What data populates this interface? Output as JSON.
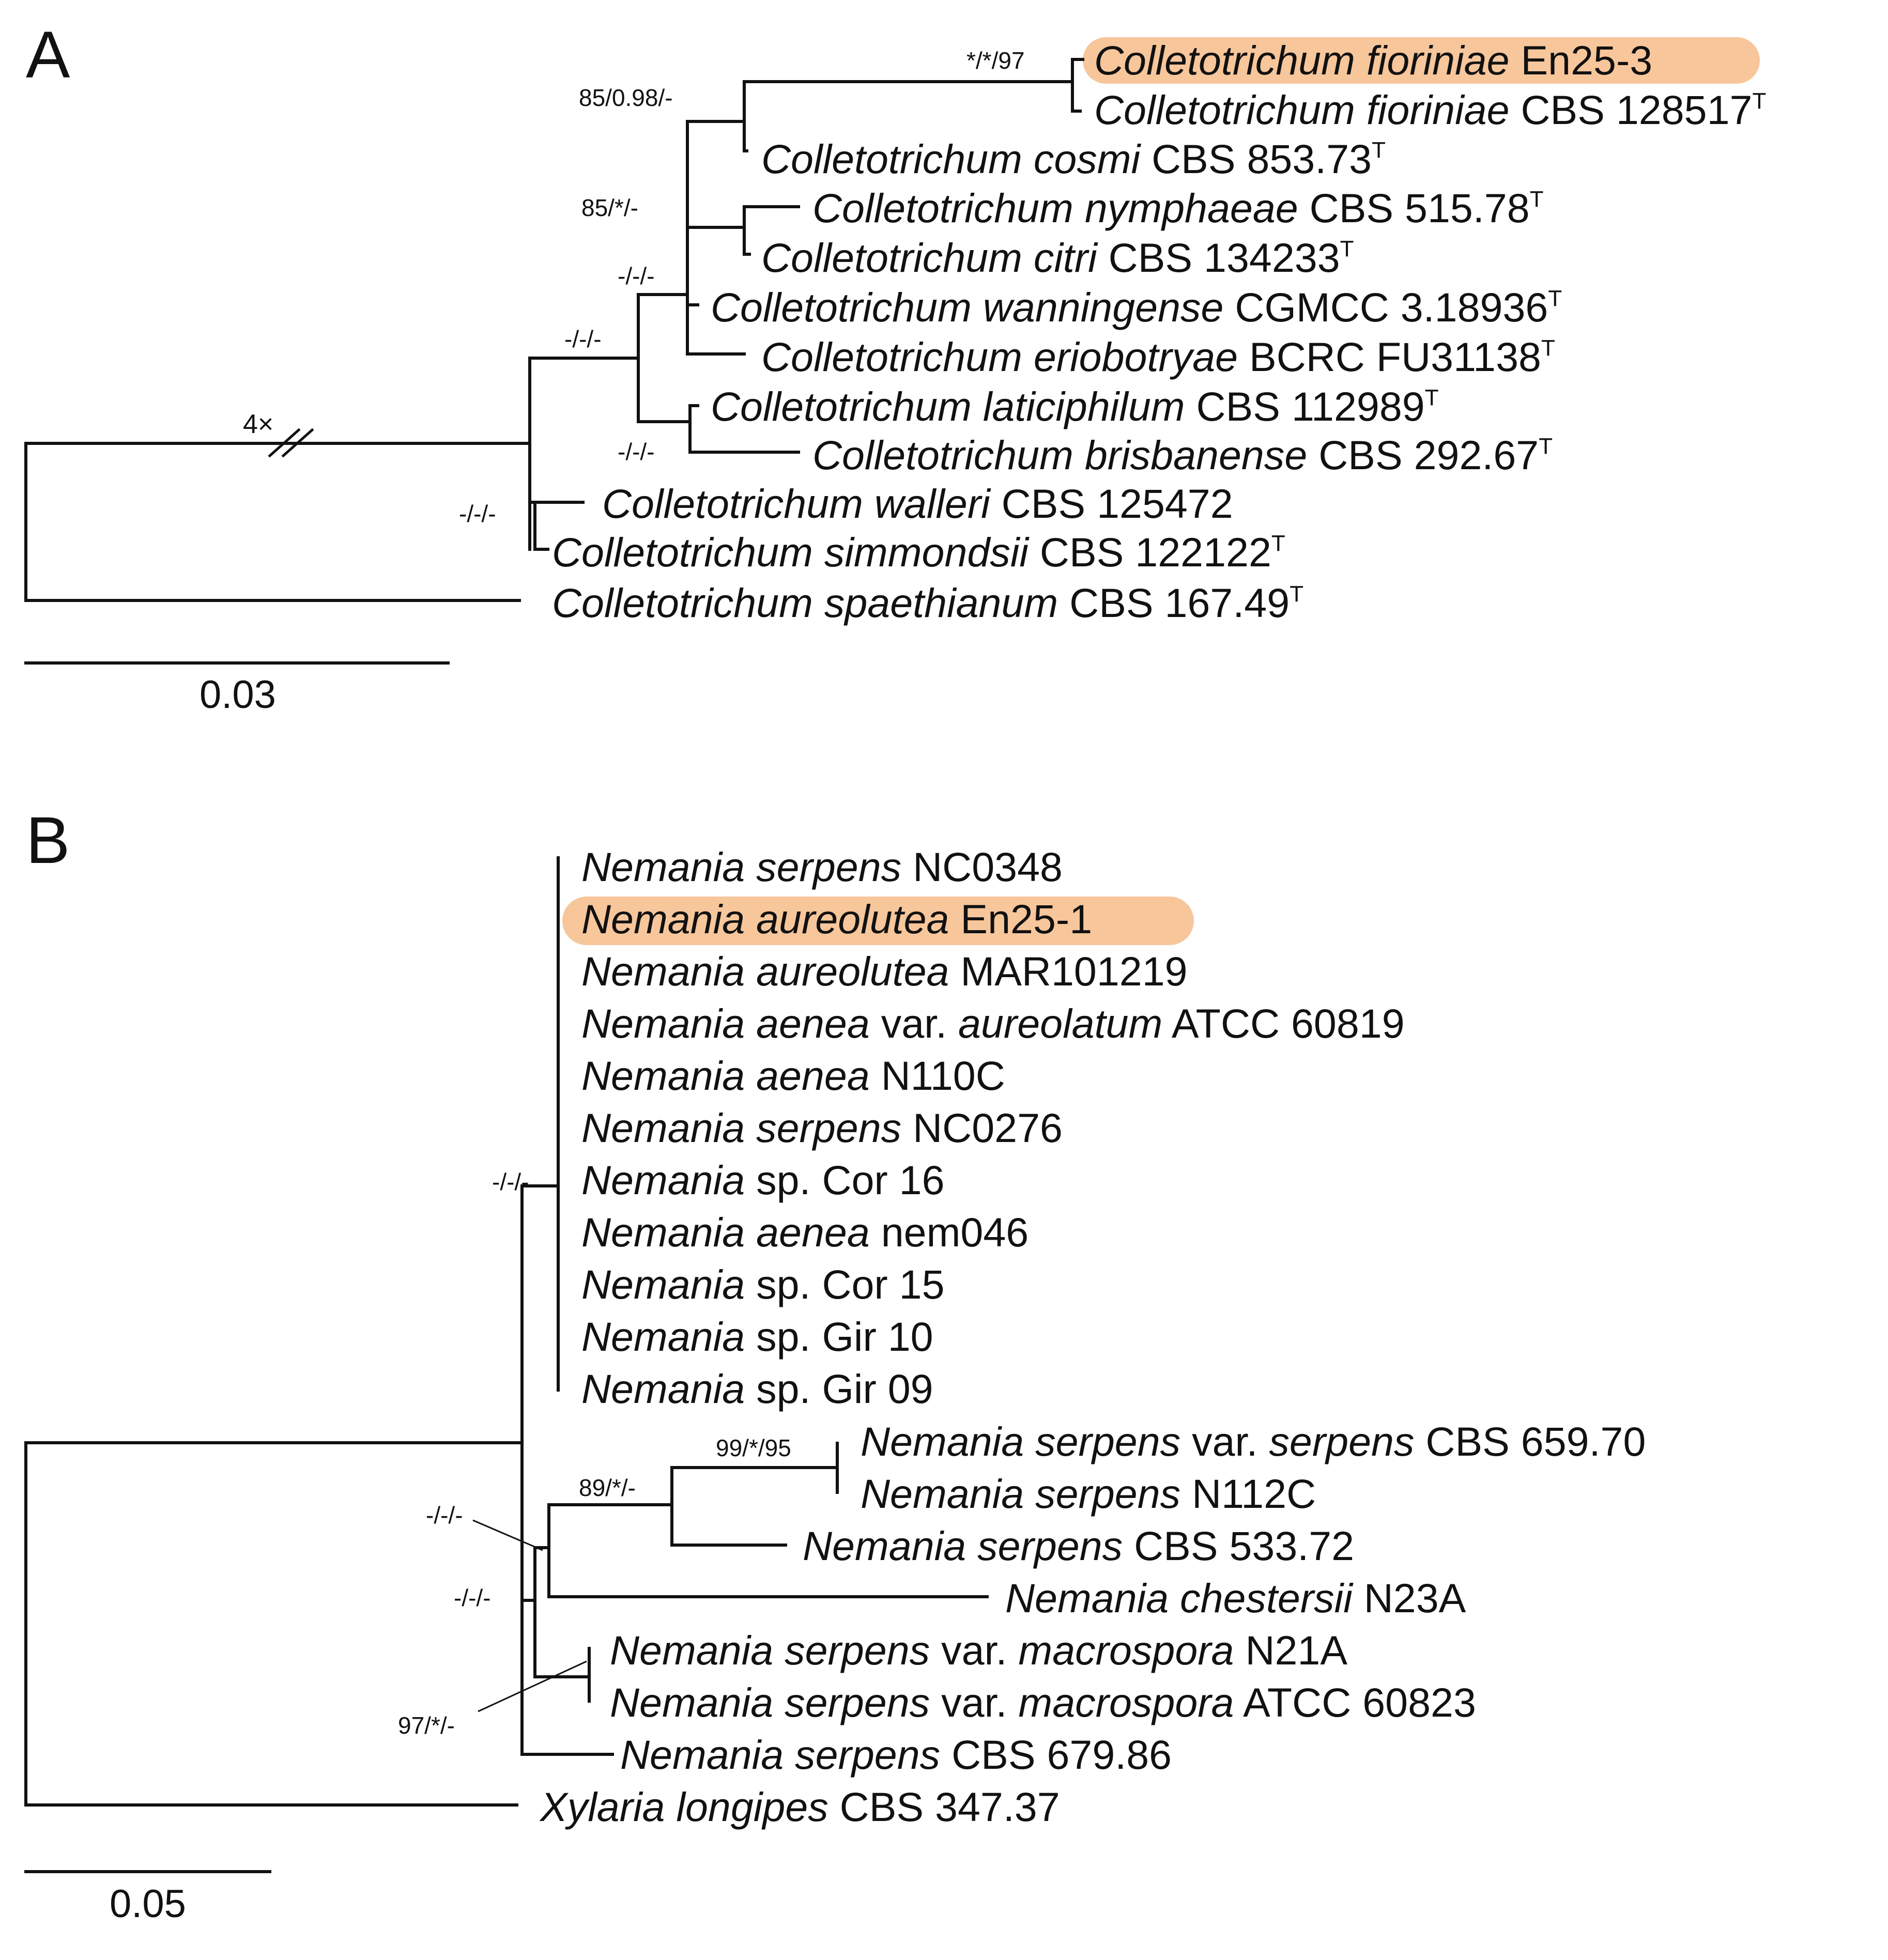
{
  "panel_a": {
    "label": "A",
    "scale_bar": "0.03",
    "break_label": "4×",
    "taxa": [
      {
        "id": "fioriniae_en25",
        "parts": [
          {
            "t": "Colletotrichum fioriniae",
            "i": true
          },
          {
            "t": " En25-3",
            "i": false
          }
        ],
        "highlight": true
      },
      {
        "id": "fioriniae_cbs",
        "parts": [
          {
            "t": "Colletotrichum fioriniae",
            "i": true
          },
          {
            "t": " CBS 128517",
            "i": false
          }
        ],
        "type_strain": "T"
      },
      {
        "id": "cosmi",
        "parts": [
          {
            "t": "Colletotrichum cosmi",
            "i": true
          },
          {
            "t": " CBS 853.73",
            "i": false
          }
        ],
        "type_strain": "T"
      },
      {
        "id": "nymphaeae",
        "parts": [
          {
            "t": "Colletotrichum nymphaeae",
            "i": true
          },
          {
            "t": " CBS 515.78",
            "i": false
          }
        ],
        "type_strain": "T"
      },
      {
        "id": "citri",
        "parts": [
          {
            "t": "Colletotrichum citri",
            "i": true
          },
          {
            "t": " CBS 134233",
            "i": false
          }
        ],
        "type_strain": "T"
      },
      {
        "id": "wanningense",
        "parts": [
          {
            "t": "Colletotrichum wanningense",
            "i": true
          },
          {
            "t": " CGMCC 3.18936",
            "i": false
          }
        ],
        "type_strain": "T"
      },
      {
        "id": "eriobotryae",
        "parts": [
          {
            "t": "Colletotrichum eriobotryae",
            "i": true
          },
          {
            "t": " BCRC FU31138",
            "i": false
          }
        ],
        "type_strain": "T"
      },
      {
        "id": "laticiphilum",
        "parts": [
          {
            "t": "Colletotrichum laticiphilum",
            "i": true
          },
          {
            "t": " CBS 112989",
            "i": false
          }
        ],
        "type_strain": "T"
      },
      {
        "id": "brisbanense",
        "parts": [
          {
            "t": "Colletotrichum brisbanense",
            "i": true
          },
          {
            "t": " CBS 292.67",
            "i": false
          }
        ],
        "type_strain": "T"
      },
      {
        "id": "walleri",
        "parts": [
          {
            "t": "Colletotrichum walleri",
            "i": true
          },
          {
            "t": " CBS 125472",
            "i": false
          }
        ]
      },
      {
        "id": "simmondsii",
        "parts": [
          {
            "t": "Colletotrichum simmondsii",
            "i": true
          },
          {
            "t": " CBS 122122",
            "i": false
          }
        ],
        "type_strain": "T"
      },
      {
        "id": "spaethianum",
        "parts": [
          {
            "t": "Colletotrichum spaethianum",
            "i": true
          },
          {
            "t": " CBS 167.49",
            "i": false
          }
        ],
        "type_strain": "T"
      }
    ],
    "support": {
      "fioriniae": "*/*/97",
      "fioriniae_cosmi": "85/0.98/-",
      "nymphaeae_clade": "85/*/-",
      "wanningense_clade": "-/-/-",
      "core_clade": "-/-/-",
      "laticiphilum_brisbanense": "-/-/-",
      "walleri_clade": "-/-/-"
    }
  },
  "panel_b": {
    "label": "B",
    "scale_bar": "0.05",
    "taxa": [
      {
        "id": "serpens_nc0348",
        "parts": [
          {
            "t": "Nemania serpens",
            "i": true
          },
          {
            "t": " NC0348",
            "i": false
          }
        ]
      },
      {
        "id": "aureolutea_en25",
        "parts": [
          {
            "t": "Nemania aureolutea",
            "i": true
          },
          {
            "t": " En25-1",
            "i": false
          }
        ],
        "highlight": true
      },
      {
        "id": "aureolutea_mar",
        "parts": [
          {
            "t": "Nemania aureolutea",
            "i": true
          },
          {
            "t": " MAR101219",
            "i": false
          }
        ]
      },
      {
        "id": "aenea_aureolatum",
        "parts": [
          {
            "t": "Nemania aenea",
            "i": true
          },
          {
            "t": " var. ",
            "i": false
          },
          {
            "t": "aureolatum",
            "i": true
          },
          {
            "t": " ATCC 60819",
            "i": false
          }
        ]
      },
      {
        "id": "aenea_n110c",
        "parts": [
          {
            "t": "Nemania aenea",
            "i": true
          },
          {
            "t": " N110C",
            "i": false
          }
        ]
      },
      {
        "id": "serpens_nc0276",
        "parts": [
          {
            "t": "Nemania serpens",
            "i": true
          },
          {
            "t": " NC0276",
            "i": false
          }
        ]
      },
      {
        "id": "sp_cor16",
        "parts": [
          {
            "t": "Nemania",
            "i": true
          },
          {
            "t": " sp. Cor 16",
            "i": false
          }
        ]
      },
      {
        "id": "aenea_nem046",
        "parts": [
          {
            "t": "Nemania aenea",
            "i": true
          },
          {
            "t": " nem046",
            "i": false
          }
        ]
      },
      {
        "id": "sp_cor15",
        "parts": [
          {
            "t": "Nemania",
            "i": true
          },
          {
            "t": " sp. Cor 15",
            "i": false
          }
        ]
      },
      {
        "id": "sp_gir10",
        "parts": [
          {
            "t": "Nemania",
            "i": true
          },
          {
            "t": " sp. Gir 10",
            "i": false
          }
        ]
      },
      {
        "id": "sp_gir09",
        "parts": [
          {
            "t": "Nemania",
            "i": true
          },
          {
            "t": " sp. Gir 09",
            "i": false
          }
        ]
      },
      {
        "id": "serpens_var_serpens",
        "parts": [
          {
            "t": "Nemania serpens",
            "i": true
          },
          {
            "t": " var. ",
            "i": false
          },
          {
            "t": "serpens",
            "i": true
          },
          {
            "t": " CBS 659.70",
            "i": false
          }
        ]
      },
      {
        "id": "serpens_n112c",
        "parts": [
          {
            "t": "Nemania serpens",
            "i": true
          },
          {
            "t": " N112C",
            "i": false
          }
        ]
      },
      {
        "id": "serpens_cbs533",
        "parts": [
          {
            "t": "Nemania serpens",
            "i": true
          },
          {
            "t": " CBS 533.72",
            "i": false
          }
        ]
      },
      {
        "id": "chestersii",
        "parts": [
          {
            "t": "Nemania chestersii",
            "i": true
          },
          {
            "t": " N23A",
            "i": false
          }
        ]
      },
      {
        "id": "macrospora_n21a",
        "parts": [
          {
            "t": "Nemania serpens",
            "i": true
          },
          {
            "t": " var. ",
            "i": false
          },
          {
            "t": "macrospora",
            "i": true
          },
          {
            "t": " N21A",
            "i": false
          }
        ]
      },
      {
        "id": "macrospora_atcc",
        "parts": [
          {
            "t": "Nemania serpens",
            "i": true
          },
          {
            "t": " var. ",
            "i": false
          },
          {
            "t": "macrospora",
            "i": true
          },
          {
            "t": " ATCC 60823",
            "i": false
          }
        ]
      },
      {
        "id": "serpens_cbs679",
        "parts": [
          {
            "t": "Nemania serpens",
            "i": true
          },
          {
            "t": " CBS 679.86",
            "i": false
          }
        ]
      },
      {
        "id": "xylaria",
        "parts": [
          {
            "t": "Xylaria longipes",
            "i": true
          },
          {
            "t": " CBS 347.37",
            "i": false
          }
        ]
      }
    ],
    "support": {
      "big_clade": "-/-/-",
      "var_serpens": "99/*/95",
      "serpens_group": "89/*/-",
      "chestersii_group": "-/-/-",
      "inner_group": "-/-/-",
      "macrospora": "97/*/-"
    }
  },
  "colors": {
    "highlight": "#f7c69b",
    "line": "#111111",
    "text": "#111111"
  }
}
